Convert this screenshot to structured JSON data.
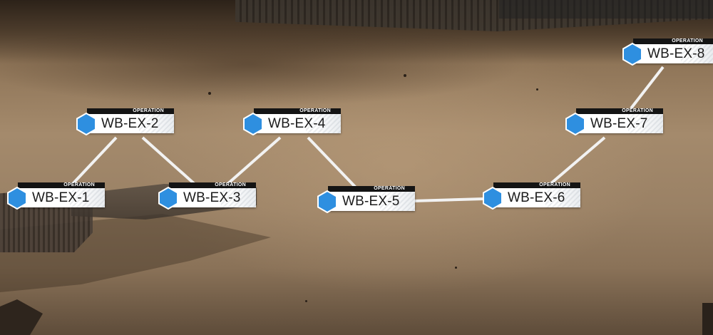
{
  "map": {
    "node_tag": "OPERATION",
    "accent_color": "#2e8fe0",
    "line_color": "#f2f2f2",
    "icon": "hexagon-icon",
    "stages": [
      {
        "id": "WB-EX-1"
      },
      {
        "id": "WB-EX-2"
      },
      {
        "id": "WB-EX-3"
      },
      {
        "id": "WB-EX-4"
      },
      {
        "id": "WB-EX-5"
      },
      {
        "id": "WB-EX-6"
      },
      {
        "id": "WB-EX-7"
      },
      {
        "id": "WB-EX-8"
      }
    ]
  }
}
